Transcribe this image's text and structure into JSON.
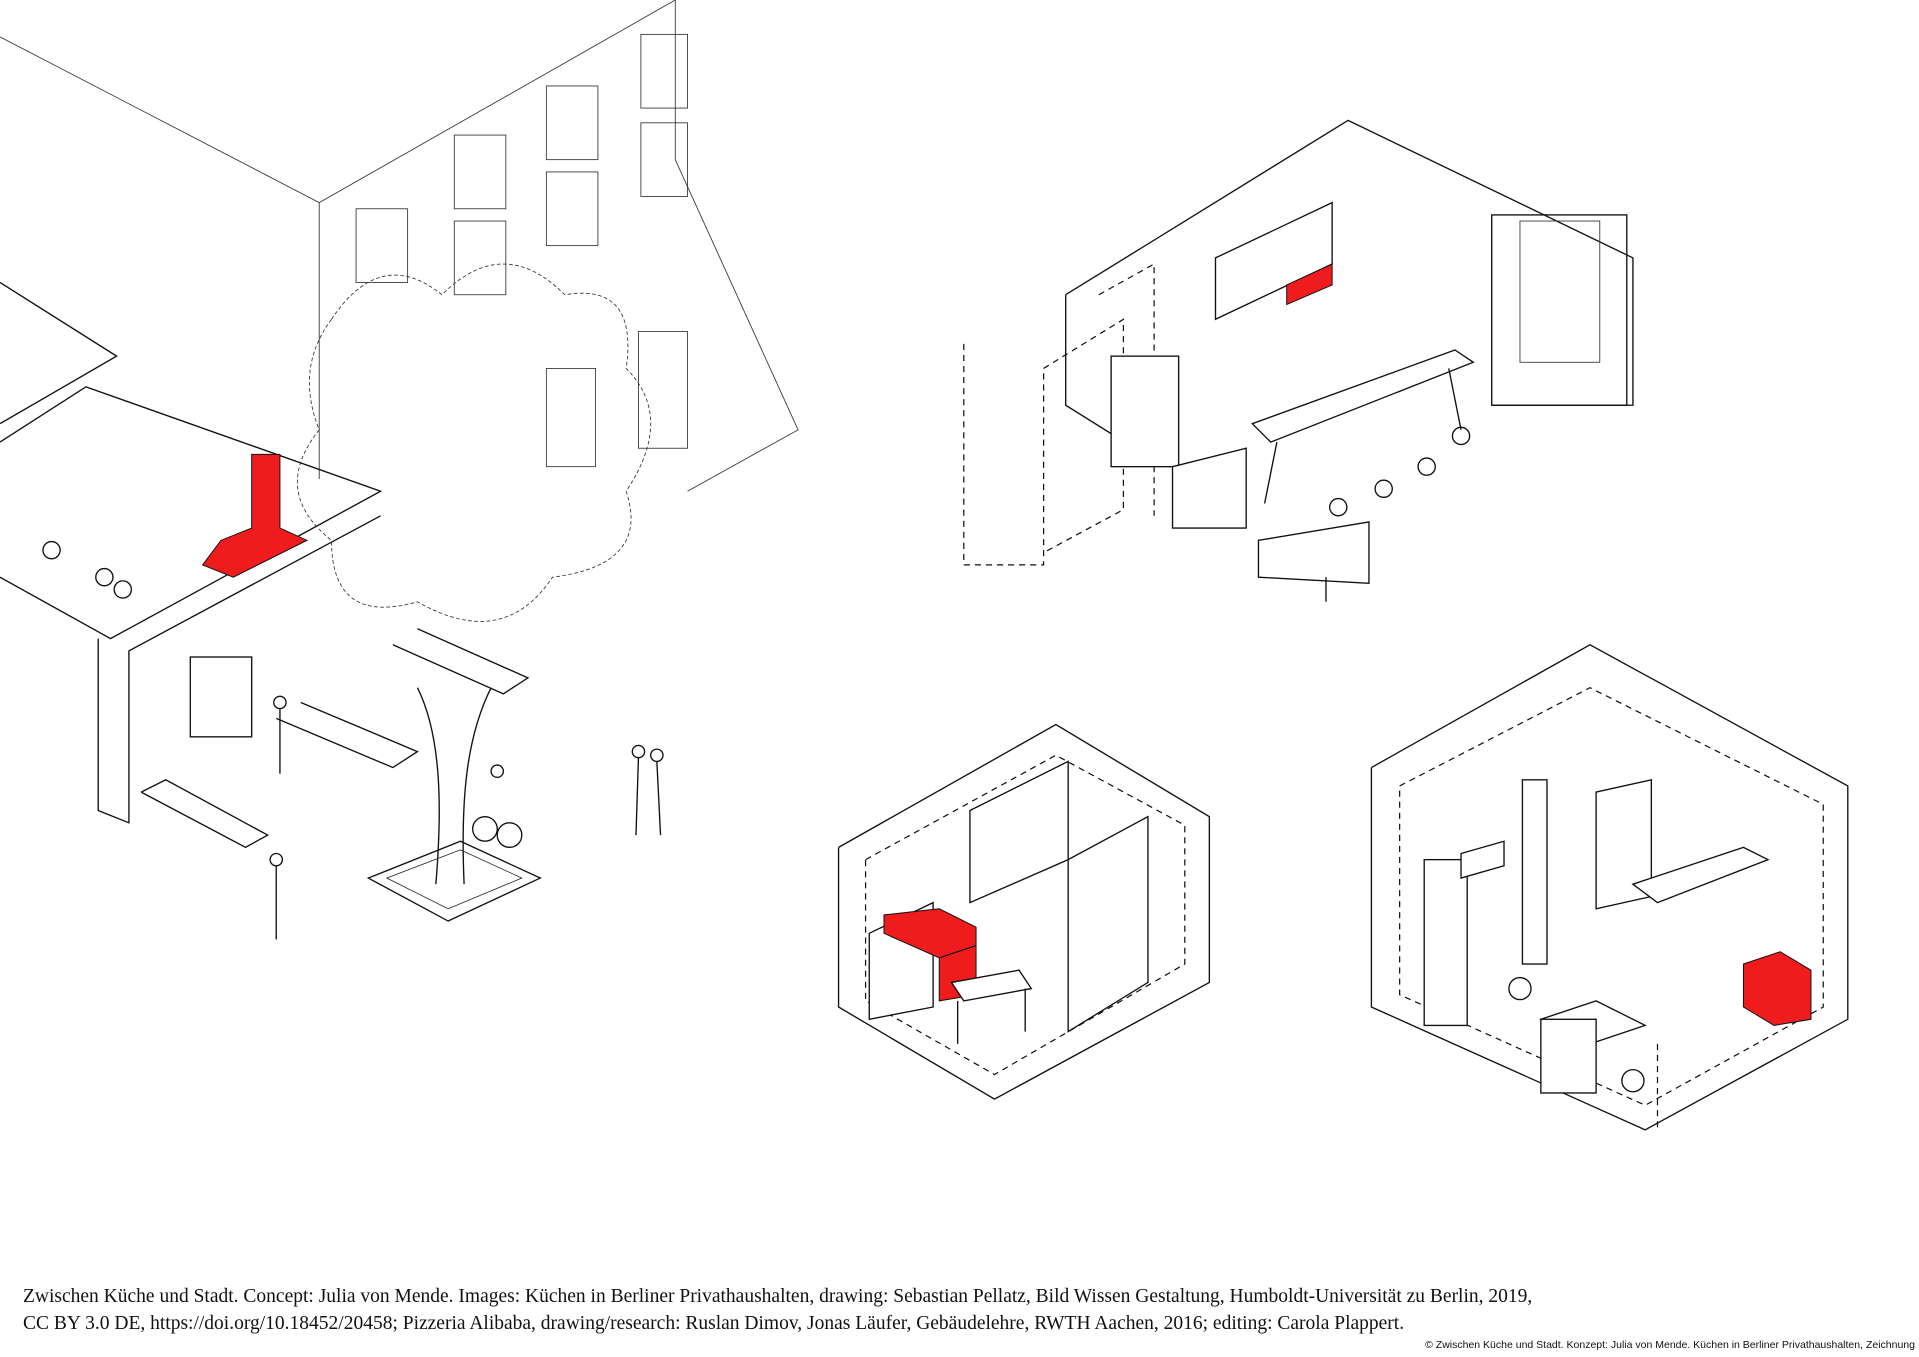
{
  "caption": {
    "line1": "Zwischen Küche und Stadt. Concept: Julia von Mende. Images: Küchen in Berliner Privathaushalten, drawing: Sebastian Pellatz, Bild Wissen Gestaltung, Humboldt-Universität zu Berlin, 2019,",
    "line2": "CC BY 3.0 DE, https://doi.org/10.18452/20458; Pizzeria Alibaba, drawing/research: Ruslan Dimov, Jonas Läufer, Gebäudelehre, RWTH Aachen, 2016; editing: Carola Plappert."
  },
  "copyright": "© Zwischen Küche und Stadt. Konzept: Julia von Mende. Küchen in Berliner Privathaushalten, Zeichnung",
  "colors": {
    "accent": "#ee1c1c",
    "line": "#111111"
  }
}
